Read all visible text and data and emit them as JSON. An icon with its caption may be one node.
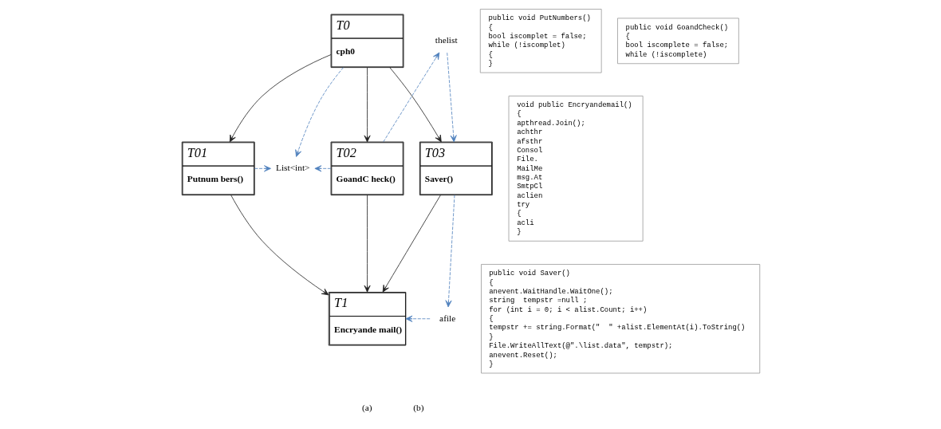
{
  "diagram": {
    "nodes": [
      {
        "text": [
          "T0",
          "cph0"
        ]
      },
      {
        "text": [
          "T01",
          "Putnum bers()"
        ]
      },
      {
        "text": [
          "T02",
          "GoandC heck()"
        ]
      },
      {
        "text": [
          "T03",
          "Saver()"
        ]
      },
      {
        "text": [
          "T1",
          "Encryande mail()"
        ]
      },
      {
        "text": [
          "List<int>"
        ]
      },
      {
        "text": [
          "thelist"
        ]
      },
      {
        "text": [
          "afile"
        ]
      },
      {
        "text": [
          "public void PutNumbers()",
          "{",
          "bool iscomplet = false;",
          "while (!iscomplet)",
          "{",
          "}"
        ]
      },
      {
        "text": [
          "public void GoandCheck()",
          "{",
          "bool iscomplete = false;",
          "while (!iscomplete)"
        ]
      },
      {
        "text": [
          "void public Encryandemail()",
          "{",
          "apthread.Join();",
          "achthr",
          "afsthr",
          "Consol",
          "File.",
          "MailMe",
          "msg.At",
          "SmtpCl",
          "aclien",
          "try",
          "{",
          "acli",
          "}"
        ]
      },
      {
        "text": [
          "public void Saver()",
          "{",
          "anevent.WaitHandle.WaitOne();",
          "string  tempstr =null ;",
          "for (int i = 0; i < alist.Count; i++)",
          "{",
          "tempstr += string.Format(\"  \" +alist.ElementAt(i).ToString()",
          "}",
          "File.WriteAllText(@\".\\list.data\", tempstr);",
          "anevent.Reset();",
          "}"
        ]
      }
    ],
    "edges": [
      {
        "from": 0,
        "to": 1,
        "arrow": "to",
        "color": "#222222"
      },
      {
        "from": 0,
        "to": 2,
        "arrow": "to",
        "color": "#222222"
      },
      {
        "from": 0,
        "to": 3,
        "arrow": "to",
        "color": "#222222"
      },
      {
        "from": 1,
        "to": 4,
        "arrow": "to",
        "color": "#222222"
      },
      {
        "from": 2,
        "to": 4,
        "arrow": "to",
        "color": "#222222"
      },
      {
        "from": 3,
        "to": 4,
        "arrow": "to",
        "color": "#222222"
      },
      {
        "from": 0,
        "to": 5,
        "arrow": "to",
        "style": "dashed",
        "color": "#4f81bd"
      },
      {
        "from": 1,
        "to": 5,
        "arrow": "to",
        "style": "dashed",
        "color": "#4f81bd"
      },
      {
        "from": 2,
        "to": 5,
        "arrow": "to",
        "style": "dashed",
        "color": "#4f81bd"
      },
      {
        "from": 2,
        "to": 6,
        "arrow": "to",
        "style": "dashed",
        "color": "#4f81bd"
      },
      {
        "from": 6,
        "to": 3,
        "arrow": "to",
        "style": "dashed",
        "color": "#4f81bd"
      },
      {
        "from": 3,
        "to": 7,
        "arrow": "to",
        "style": "dashed",
        "color": "#4f81bd"
      },
      {
        "from": 7,
        "to": 4,
        "arrow": "to",
        "style": "dashed",
        "color": "#4f81bd"
      }
    ],
    "labels": [
      "(a)",
      "(b)"
    ]
  }
}
